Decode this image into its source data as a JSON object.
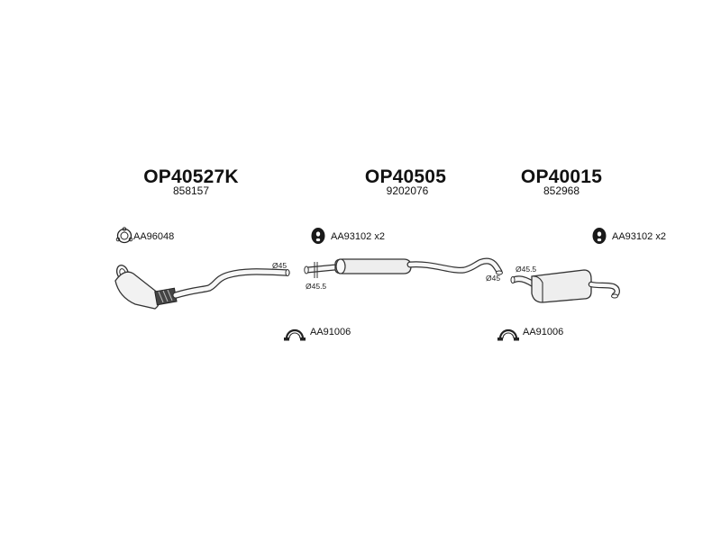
{
  "assemblies": [
    {
      "part_number": "OP40527K",
      "oem_number": "858157"
    },
    {
      "part_number": "OP40505",
      "oem_number": "9202076"
    },
    {
      "part_number": "OP40015",
      "oem_number": "852968"
    }
  ],
  "accessories": [
    {
      "code": "AA96048",
      "icon": "gasket-ring-icon"
    },
    {
      "code": "AA93102 x2",
      "icon": "rubber-hanger-icon"
    },
    {
      "code": "AA93102 x2",
      "icon": "rubber-hanger-icon"
    },
    {
      "code": "AA91006",
      "icon": "pipe-clamp-icon"
    },
    {
      "code": "AA91006",
      "icon": "pipe-clamp-icon"
    }
  ],
  "dimensions": {
    "front_pipe_outlet": "Ø45",
    "middle_inlet": "Ø45.5",
    "middle_outlet": "Ø45",
    "rear_inlet": "Ø45.5"
  }
}
